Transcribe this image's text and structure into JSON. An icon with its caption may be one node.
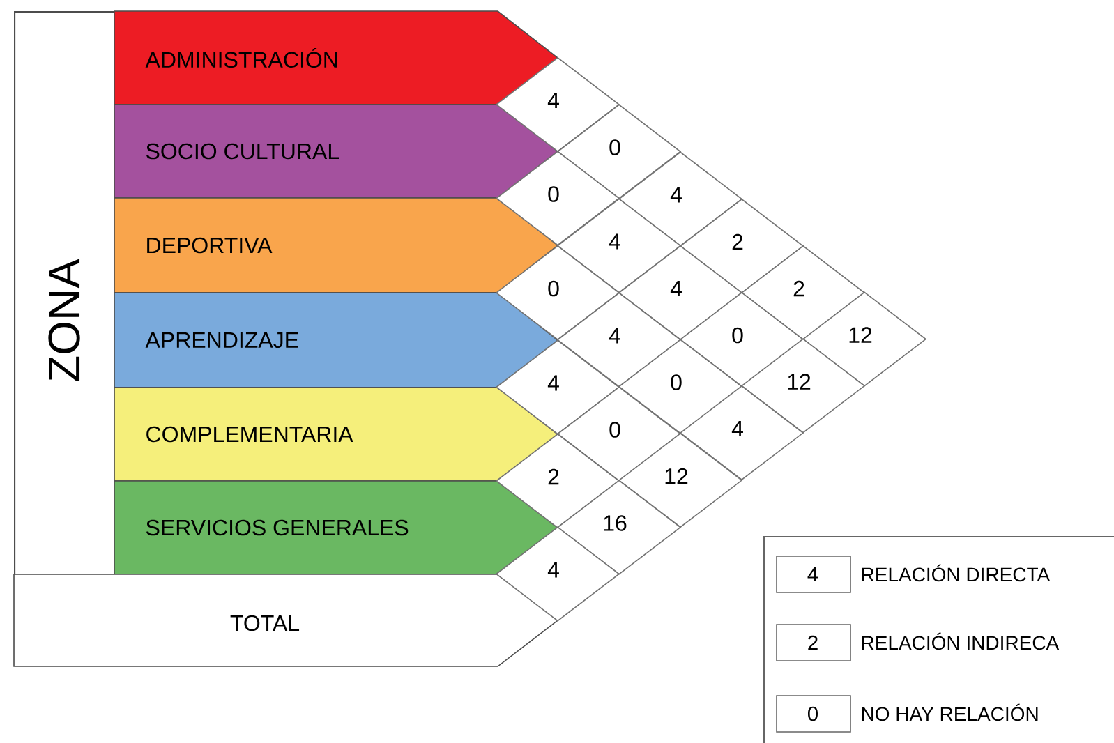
{
  "diagram": {
    "nodes": [
      {
        "text": [
          "ZONA"
        ]
      },
      {
        "text": [
          "ADMINISTRACIÓN"
        ]
      },
      {
        "text": [
          "SOCIO CULTURAL"
        ]
      },
      {
        "text": [
          "DEPORTIVA"
        ]
      },
      {
        "text": [
          "APRENDIZAJE"
        ]
      },
      {
        "text": [
          "COMPLEMENTARIA"
        ]
      },
      {
        "text": [
          "SERVICIOS GENERALES"
        ]
      },
      {
        "text": [
          "TOTAL"
        ]
      },
      {
        "text": [
          "4"
        ]
      },
      {
        "text": [
          "0"
        ]
      },
      {
        "text": [
          "0"
        ]
      },
      {
        "text": [
          "4"
        ]
      },
      {
        "text": [
          "4"
        ]
      },
      {
        "text": [
          "2"
        ]
      },
      {
        "text": [
          "0"
        ]
      },
      {
        "text": [
          "4"
        ]
      },
      {
        "text": [
          "2"
        ]
      },
      {
        "text": [
          "4"
        ]
      },
      {
        "text": [
          "0"
        ]
      },
      {
        "text": [
          "12"
        ]
      },
      {
        "text": [
          "4"
        ]
      },
      {
        "text": [
          "0"
        ]
      },
      {
        "text": [
          "12"
        ]
      },
      {
        "text": [
          "0"
        ]
      },
      {
        "text": [
          "4"
        ]
      },
      {
        "text": [
          "2"
        ]
      },
      {
        "text": [
          "12"
        ]
      },
      {
        "text": [
          "16"
        ]
      },
      {
        "text": [
          "4"
        ]
      }
    ],
    "labels": [
      "4",
      "2",
      "0"
    ],
    "legend": [
      {
        "text": "RELACIÓN DIRECTA"
      },
      {
        "text": "RELACIÓN INDIRECA"
      },
      {
        "text": "NO HAY RELACIÓN"
      }
    ]
  }
}
